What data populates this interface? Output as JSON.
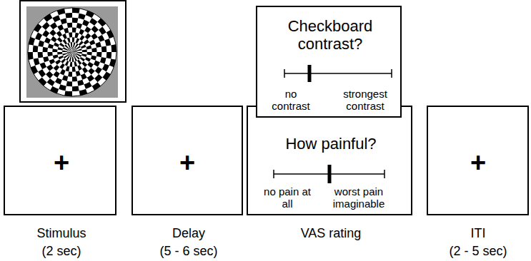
{
  "diagram": {
    "nodes": [
      {
        "text": [
          "+",
          "Stimulus",
          "(2 sec)"
        ]
      },
      {
        "text": [
          "+",
          "Delay",
          "(5 - 6 sec)"
        ]
      },
      {
        "text": [
          "How painful?",
          "no pain at all",
          "worst pain imaginable",
          "VAS rating"
        ]
      },
      {
        "text": [
          "Checkboard contrast?",
          "no contrast",
          "strongest contrast"
        ]
      },
      {
        "text": [
          "+",
          "ITI",
          "(2 - 5 sec)"
        ]
      }
    ]
  }
}
